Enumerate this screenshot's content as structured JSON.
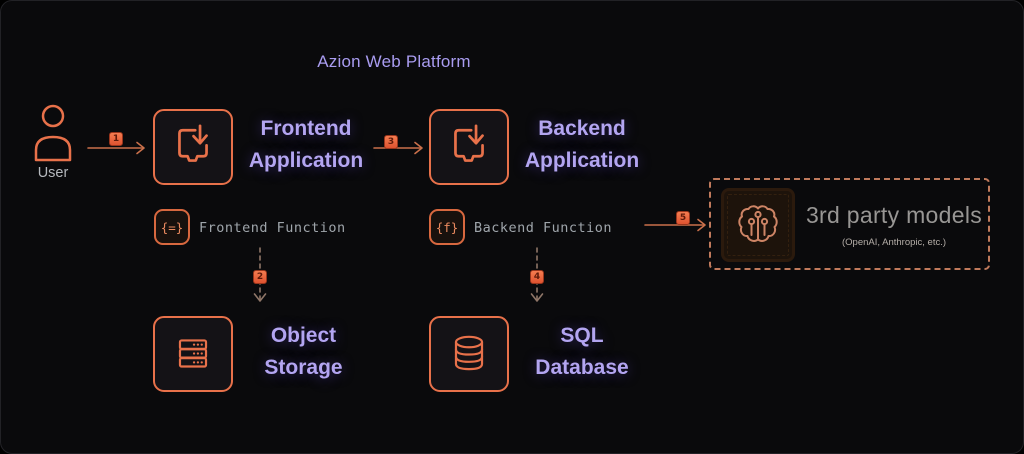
{
  "diagram": {
    "title": "Azion Web Platform",
    "user": {
      "label": "User",
      "icon": "user-icon"
    },
    "nodes": {
      "frontend_app": {
        "line1": "Frontend",
        "line2": "Application",
        "icon": "app-deploy-icon"
      },
      "backend_app": {
        "line1": "Backend",
        "line2": "Application",
        "icon": "app-deploy-icon"
      },
      "frontend_function": {
        "label": "Frontend Function",
        "glyph": "{=}",
        "icon": "function-braces-icon"
      },
      "backend_function": {
        "label": "Backend Function",
        "glyph": "{f}",
        "icon": "function-braces-icon"
      },
      "object_storage": {
        "line1": "Object",
        "line2": "Storage",
        "icon": "server-stack-icon"
      },
      "sql_database": {
        "line1": "SQL",
        "line2": "Database",
        "icon": "database-icon"
      },
      "third_party_models": {
        "title": "3rd party models",
        "subtitle": "(OpenAI, Anthropic, etc.)",
        "icon": "ai-brain-icon"
      }
    },
    "steps": {
      "s1": "1",
      "s2": "2",
      "s3": "3",
      "s4": "4",
      "s5": "5"
    },
    "colors": {
      "background": "#0a0a0c",
      "accent_orange": "#e8714a",
      "accent_purple": "#b3a5f1",
      "badge_orange": "#e8603a",
      "muted_gray": "#9fa5ab"
    }
  }
}
